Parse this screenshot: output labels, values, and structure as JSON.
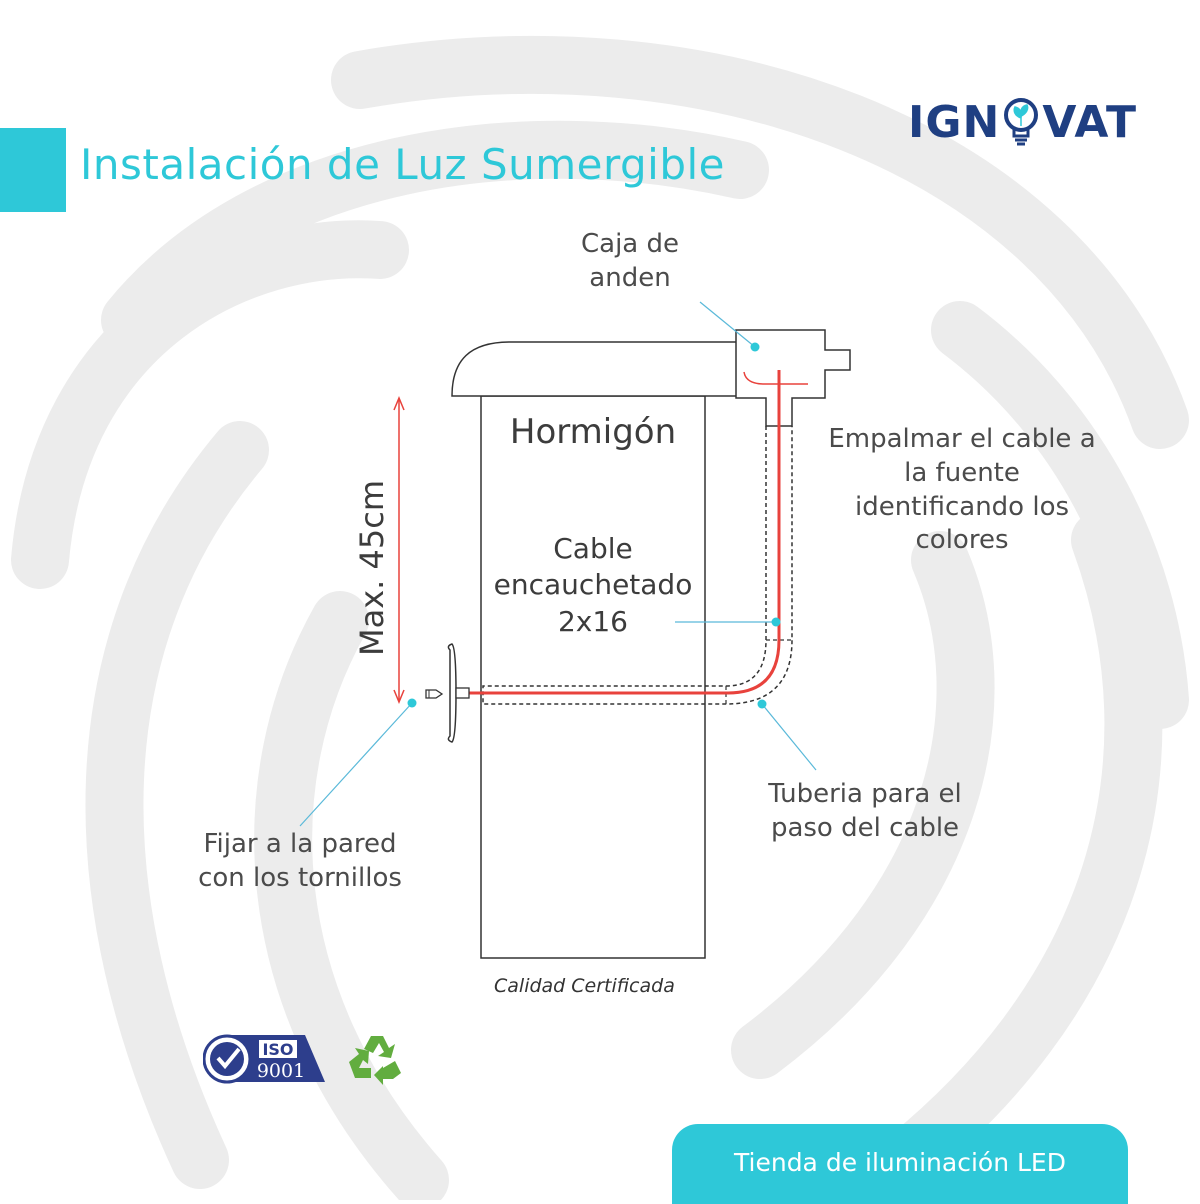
{
  "brand": {
    "logo_left": "IGN",
    "logo_right": "VAT"
  },
  "title": "Instalación de Luz Sumergible",
  "labels": {
    "caja": [
      "Caja de",
      "anden"
    ],
    "hormigon": "Hormigón",
    "cable": [
      "Cable",
      "encauchetado",
      "2x16"
    ],
    "empalmar": [
      "Empalmar el cable a",
      "la fuente",
      "identificando los",
      "colores"
    ],
    "max": "Max. 45cm",
    "tuberia": [
      "Tuberia para el",
      "paso del cable"
    ],
    "fijar": [
      "Fijar a la pared",
      "con los tornillos"
    ]
  },
  "caption": "Calidad Certificada",
  "certifications": {
    "iso": "ISO",
    "iso_number": "9001",
    "recycle_icon": "recycle-icon"
  },
  "footer": "Tienda de iluminación LED",
  "colors": {
    "accent": "#2ec8d8",
    "logo": "#1f3f82",
    "cable": "#e8423c",
    "outline": "#333333"
  }
}
